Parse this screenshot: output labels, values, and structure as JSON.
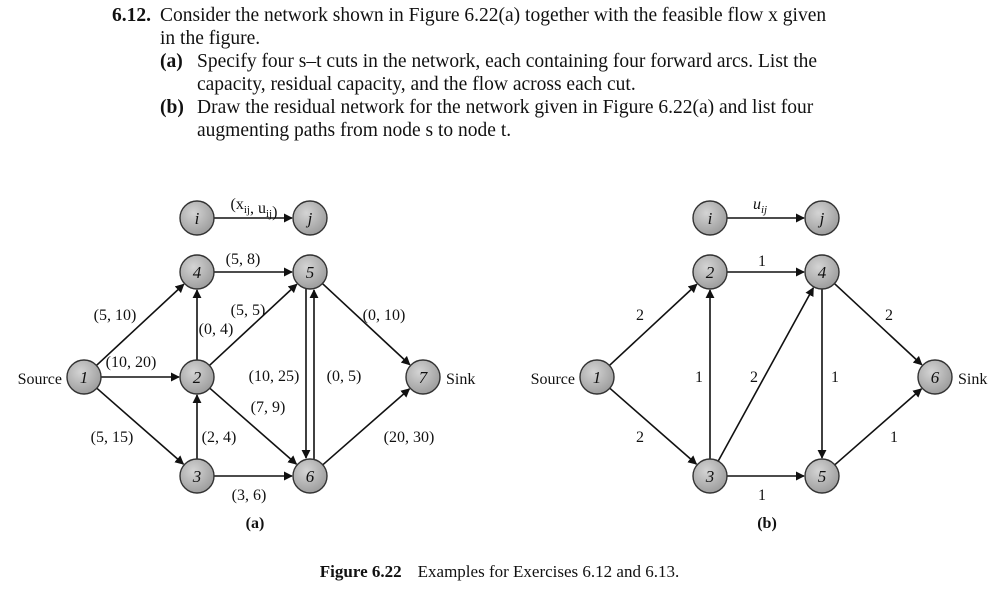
{
  "problem": {
    "number": "6.12.",
    "intro_line1": "Consider the network shown in Figure 6.22(a) together with the feasible flow x given",
    "intro_line2": "in the figure.",
    "parts": [
      {
        "label": "(a)",
        "line1": "Specify four s–t cuts in the network, each containing four forward arcs. List the",
        "line2": "capacity, residual capacity, and the flow across each cut."
      },
      {
        "label": "(b)",
        "line1": "Draw the residual network for the network given in Figure 6.22(a) and list four",
        "line2": "augmenting paths from node s to node t."
      }
    ]
  },
  "figure_a": {
    "label": "(a)",
    "legend_label": "(x",
    "legend_label_sub1": "ij",
    "legend_label_mid": ", u",
    "legend_label_sub2": "ij",
    "legend_label_end": ")",
    "legend_node_i": "i",
    "legend_node_j": "j",
    "source_label": "Source",
    "sink_label": "Sink",
    "nodes": [
      "1",
      "2",
      "3",
      "4",
      "5",
      "6",
      "7"
    ],
    "arc_labels": [
      "(5, 10)",
      "(10, 20)",
      "(5, 15)",
      "(5, 8)",
      "(0, 4)",
      "(5, 5)",
      "(7, 9)",
      "(2, 4)",
      "(3, 6)",
      "(10, 25)",
      "(0, 5)",
      "(0, 10)",
      "(20, 30)"
    ]
  },
  "figure_b": {
    "label": "(b)",
    "legend_label": "u",
    "legend_label_sub": "ij",
    "legend_node_i": "i",
    "legend_node_j": "j",
    "source_label": "Source",
    "sink_label": "Sink",
    "nodes": [
      "1",
      "2",
      "3",
      "4",
      "5",
      "6"
    ],
    "arc_labels": [
      "2",
      "2",
      "1",
      "1",
      "2",
      "1",
      "1",
      "2",
      "1"
    ]
  },
  "caption": {
    "label": "Figure 6.22",
    "text": "Examples for Exercises 6.12 and 6.13."
  }
}
